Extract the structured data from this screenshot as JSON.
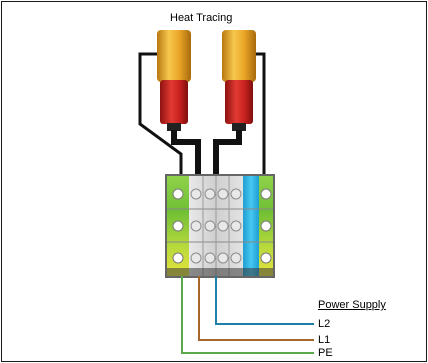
{
  "title": "Heat Tracing",
  "power_supply": {
    "heading": "Power Supply",
    "lines": [
      {
        "label": "L2",
        "color": "#1e7fa8"
      },
      {
        "label": "L1",
        "color": "#a8672a"
      },
      {
        "label": "PE",
        "color": "#5aa94a"
      }
    ]
  },
  "colors": {
    "cable_sheath": "#e7a722",
    "conductor_insulation": "#c8211f",
    "terminal_green": "#7fc93e",
    "terminal_yellow": "#e8e23a",
    "terminal_blue": "#31b6e8",
    "terminal_grey": "#d8d8d8",
    "wire_black": "#111111"
  }
}
